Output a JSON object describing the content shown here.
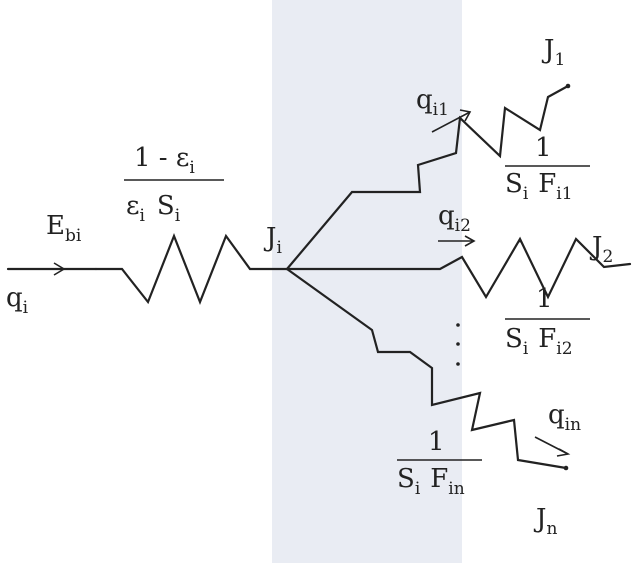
{
  "labels": {
    "q_in": {
      "main": "q",
      "sub": "i"
    },
    "E_b": {
      "main": "E",
      "sub": "bi"
    },
    "R_surface": {
      "numerator": "1 - ε",
      "numerator_sub": "i",
      "den_1": "ε",
      "den_1_sub": "i",
      "den_2": "S",
      "den_2_sub": "i"
    },
    "J_center": {
      "main": "J",
      "sub": "i"
    },
    "J_1": {
      "main": "J",
      "sub": "1"
    },
    "J_2": {
      "main": "J",
      "sub": "2"
    },
    "J_n": {
      "main": "J",
      "sub": "n"
    },
    "q_1": {
      "main": "q",
      "sub": "i1"
    },
    "q_2": {
      "main": "q",
      "sub": "i2"
    },
    "q_n": {
      "main": "q",
      "sub": "in"
    },
    "R_1": {
      "numerator": "1",
      "den_s": "S",
      "den_s_sub": "i",
      "den_f": "F",
      "den_f_sub": "i1"
    },
    "R_2": {
      "numerator": "1",
      "den_s": "S",
      "den_s_sub": "i",
      "den_f": "F",
      "den_f_sub": "i2"
    },
    "R_n": {
      "numerator": "1",
      "den_s": "S",
      "den_s_sub": "i",
      "den_f": "F",
      "den_f_sub": "in"
    }
  },
  "colors": {
    "shade": "#e9ecf3",
    "ink": "#222222"
  }
}
